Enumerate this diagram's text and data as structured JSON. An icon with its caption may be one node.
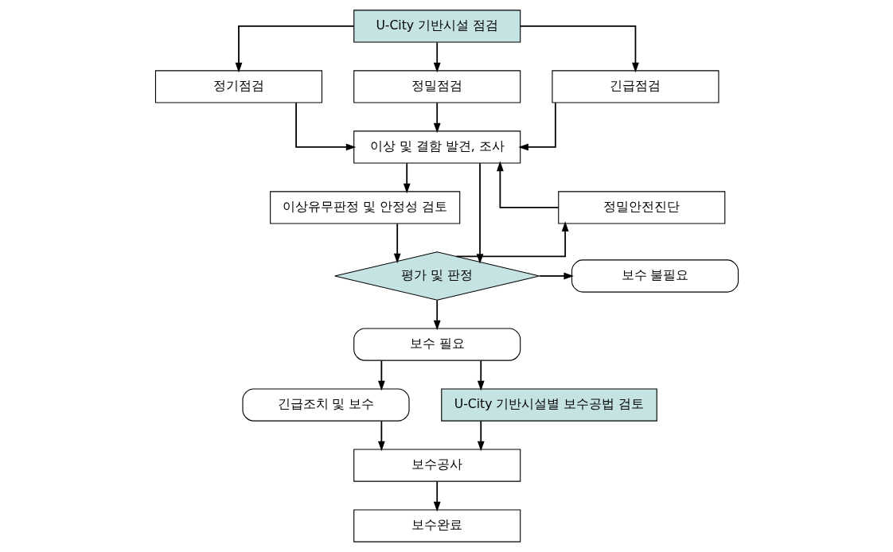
{
  "diagram": {
    "nodes": [
      {
        "text": [
          "U-City 기반시설 점검"
        ]
      },
      {
        "text": [
          "정기점검"
        ]
      },
      {
        "text": [
          "정밀점검"
        ]
      },
      {
        "text": [
          "긴급점검"
        ]
      },
      {
        "text": [
          "이상 및 결함 발견, 조사"
        ]
      },
      {
        "text": [
          "정밀안전진단"
        ]
      },
      {
        "text": [
          "이상유무판정 및 안정성 검토"
        ]
      },
      {
        "text": [
          "평가 및 판정"
        ]
      },
      {
        "text": [
          "보수 불필요"
        ]
      },
      {
        "text": [
          "보수 필요"
        ]
      },
      {
        "text": [
          "긴급조치 및 보수"
        ]
      },
      {
        "text": [
          "U-City 기반시설별 보수공법 검토"
        ]
      },
      {
        "text": [
          "보수공사"
        ]
      },
      {
        "text": [
          "보수완료"
        ]
      }
    ],
    "edges": [
      {
        "from": 0,
        "to": 1,
        "arrow": "to"
      },
      {
        "from": 0,
        "to": 2,
        "arrow": "to"
      },
      {
        "from": 0,
        "to": 3,
        "arrow": "to"
      },
      {
        "from": 1,
        "to": 4,
        "arrow": "to"
      },
      {
        "from": 2,
        "to": 4,
        "arrow": "to"
      },
      {
        "from": 3,
        "to": 4,
        "arrow": "to"
      },
      {
        "from": 4,
        "to": 6,
        "arrow": "to"
      },
      {
        "from": 4,
        "to": 7,
        "arrow": "to"
      },
      {
        "from": 6,
        "to": 7,
        "arrow": "to"
      },
      {
        "from": 7,
        "to": 5,
        "arrow": "to"
      },
      {
        "from": 5,
        "to": 4,
        "arrow": "to"
      },
      {
        "from": 7,
        "to": 8,
        "arrow": "to"
      },
      {
        "from": 7,
        "to": 9,
        "arrow": "to"
      },
      {
        "from": 9,
        "to": 10,
        "arrow": "to"
      },
      {
        "from": 9,
        "to": 11,
        "arrow": "to"
      },
      {
        "from": 10,
        "to": 12,
        "arrow": "to"
      },
      {
        "from": 11,
        "to": 12,
        "arrow": "to"
      },
      {
        "from": 12,
        "to": 13,
        "arrow": "to"
      }
    ]
  }
}
